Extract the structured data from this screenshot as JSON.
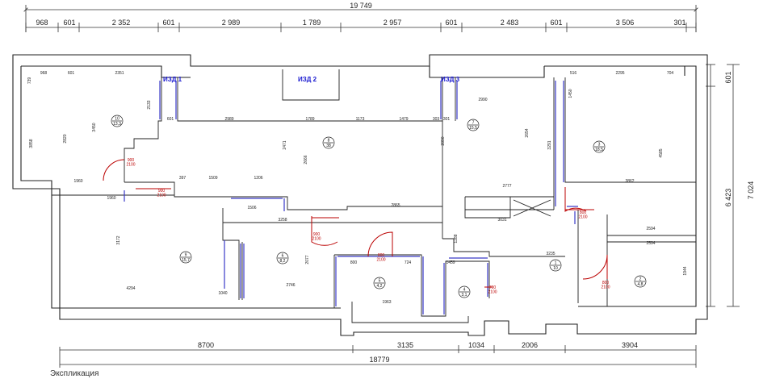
{
  "overall": {
    "top": "19 749",
    "bottom": "18779",
    "right_outer": "7 024",
    "right_inner": "6 423",
    "right_top": "601"
  },
  "top_dims": [
    {
      "id": "t1",
      "text": "968"
    },
    {
      "id": "t2",
      "text": "601"
    },
    {
      "id": "t3",
      "text": "2 352"
    },
    {
      "id": "t4",
      "text": "601"
    },
    {
      "id": "t5",
      "text": "2 989"
    },
    {
      "id": "t6",
      "text": "1 789"
    },
    {
      "id": "t7",
      "text": "2 957"
    },
    {
      "id": "t8",
      "text": "601"
    },
    {
      "id": "t9",
      "text": "2 483"
    },
    {
      "id": "t10",
      "text": "601"
    },
    {
      "id": "t11",
      "text": "3 506"
    },
    {
      "id": "t12",
      "text": "301"
    }
  ],
  "bottom_dims": [
    {
      "id": "b1",
      "text": "8700"
    },
    {
      "id": "b2",
      "text": "3135"
    },
    {
      "id": "b3",
      "text": "1034"
    },
    {
      "id": "b4",
      "text": "2006"
    },
    {
      "id": "b5",
      "text": "3904"
    }
  ],
  "labels": [
    {
      "id": "izd1",
      "text": "ИЗД 1"
    },
    {
      "id": "izd2",
      "text": "ИЗД 2"
    },
    {
      "id": "izd3",
      "text": "ИЗД 3"
    }
  ],
  "rooms": [
    {
      "id": "r10",
      "num": "10",
      "area": "13,3"
    },
    {
      "id": "r8",
      "num": "8",
      "area": "38"
    },
    {
      "id": "r7",
      "num": "7",
      "area": "15,5"
    },
    {
      "id": "r3",
      "num": "3",
      "area": "18,5"
    },
    {
      "id": "r9",
      "num": "9",
      "area": "15,7"
    },
    {
      "id": "r6",
      "num": "6",
      "area": "8,2"
    },
    {
      "id": "r5",
      "num": "5",
      "area": "4,2"
    },
    {
      "id": "r4",
      "num": "4",
      "area": "3,1"
    },
    {
      "id": "r1",
      "num": "1",
      "area": "10"
    },
    {
      "id": "r2",
      "num": "2",
      "area": "4,8"
    }
  ],
  "inner_dims": [
    {
      "id": "i1",
      "text": "968"
    },
    {
      "id": "i2",
      "text": "601"
    },
    {
      "id": "i3",
      "text": "2351"
    },
    {
      "id": "i4",
      "text": "739"
    },
    {
      "id": "i5",
      "text": "3858"
    },
    {
      "id": "i6",
      "text": "2820"
    },
    {
      "id": "i7",
      "text": "3450"
    },
    {
      "id": "i8",
      "text": "2133"
    },
    {
      "id": "i9",
      "text": "601"
    },
    {
      "id": "i10",
      "text": "2989"
    },
    {
      "id": "i11",
      "text": "1789"
    },
    {
      "id": "i12",
      "text": "1173"
    },
    {
      "id": "i13",
      "text": "1479"
    },
    {
      "id": "i14",
      "text": "303"
    },
    {
      "id": "i15",
      "text": "301"
    },
    {
      "id": "i16",
      "text": "2990"
    },
    {
      "id": "i17",
      "text": "516"
    },
    {
      "id": "i18",
      "text": "2295"
    },
    {
      "id": "i19",
      "text": "704"
    },
    {
      "id": "i20",
      "text": "1450"
    },
    {
      "id": "i21",
      "text": "4585"
    },
    {
      "id": "i22",
      "text": "3862"
    },
    {
      "id": "i23",
      "text": "2777"
    },
    {
      "id": "i24",
      "text": "3031"
    },
    {
      "id": "i25",
      "text": "1960"
    },
    {
      "id": "i26",
      "text": "397"
    },
    {
      "id": "i27",
      "text": "1509"
    },
    {
      "id": "i28",
      "text": "1206"
    },
    {
      "id": "i29",
      "text": "1960"
    },
    {
      "id": "i30",
      "text": "2865"
    },
    {
      "id": "i31",
      "text": "1506"
    },
    {
      "id": "i32",
      "text": "3258"
    },
    {
      "id": "i33",
      "text": "2471"
    },
    {
      "id": "i34",
      "text": "2666"
    },
    {
      "id": "i35",
      "text": "3172"
    },
    {
      "id": "i36",
      "text": "4294"
    },
    {
      "id": "i37",
      "text": "1040"
    },
    {
      "id": "i38",
      "text": "2746"
    },
    {
      "id": "i39",
      "text": "2077"
    },
    {
      "id": "i40",
      "text": "3235"
    },
    {
      "id": "i41",
      "text": "2594"
    },
    {
      "id": "i42",
      "text": "2594"
    },
    {
      "id": "i43",
      "text": "1944"
    },
    {
      "id": "i44",
      "text": "1963"
    },
    {
      "id": "i45",
      "text": "800"
    },
    {
      "id": "i46",
      "text": "724"
    },
    {
      "id": "i47",
      "text": "1459"
    },
    {
      "id": "i48",
      "text": "1288"
    },
    {
      "id": "i49",
      "text": "2654"
    },
    {
      "id": "i50",
      "text": "3291"
    },
    {
      "id": "i51",
      "text": "2890"
    }
  ],
  "doors": [
    {
      "id": "d1",
      "text": "900\n2100"
    },
    {
      "id": "d2",
      "text": "900\n2100"
    },
    {
      "id": "d3",
      "text": "900\n2100"
    },
    {
      "id": "d4",
      "text": "800\n2100"
    },
    {
      "id": "d5",
      "text": "700\n2100"
    },
    {
      "id": "d6",
      "text": "800\n2100"
    },
    {
      "id": "d7",
      "text": "800\n2100"
    }
  ],
  "legend": "Экспликация"
}
